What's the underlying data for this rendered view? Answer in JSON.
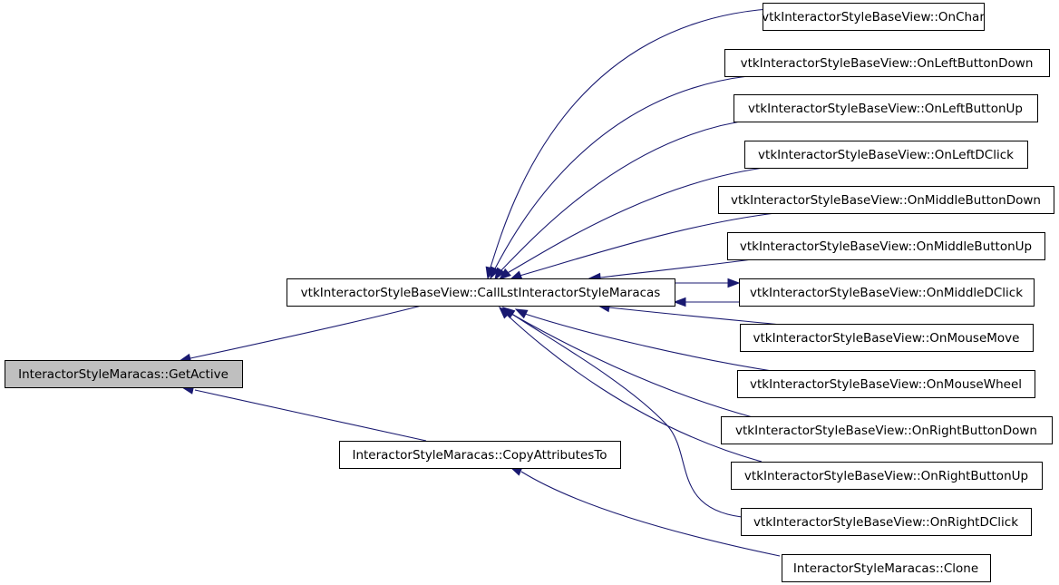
{
  "graph": {
    "edge_color": "#191970",
    "root_fill": "#bfbfbf",
    "nodes": [
      {
        "id": "get_active",
        "label": "InteractorStyleMaracas::GetActive",
        "root": true
      },
      {
        "id": "call_lst",
        "label": "vtkInteractorStyleBaseView::CallLstInteractorStyleMaracas"
      },
      {
        "id": "copy_attr",
        "label": "InteractorStyleMaracas::CopyAttributesTo"
      },
      {
        "id": "on_char",
        "label": "vtkInteractorStyleBaseView::OnChar"
      },
      {
        "id": "on_left_down",
        "label": "vtkInteractorStyleBaseView::OnLeftButtonDown"
      },
      {
        "id": "on_left_up",
        "label": "vtkInteractorStyleBaseView::OnLeftButtonUp"
      },
      {
        "id": "on_left_dclick",
        "label": "vtkInteractorStyleBaseView::OnLeftDClick"
      },
      {
        "id": "on_middle_down",
        "label": "vtkInteractorStyleBaseView::OnMiddleButtonDown"
      },
      {
        "id": "on_middle_up",
        "label": "vtkInteractorStyleBaseView::OnMiddleButtonUp"
      },
      {
        "id": "on_middle_dclick",
        "label": "vtkInteractorStyleBaseView::OnMiddleDClick"
      },
      {
        "id": "on_mouse_move",
        "label": "vtkInteractorStyleBaseView::OnMouseMove"
      },
      {
        "id": "on_mouse_wheel",
        "label": "vtkInteractorStyleBaseView::OnMouseWheel"
      },
      {
        "id": "on_right_down",
        "label": "vtkInteractorStyleBaseView::OnRightButtonDown"
      },
      {
        "id": "on_right_up",
        "label": "vtkInteractorStyleBaseView::OnRightButtonUp"
      },
      {
        "id": "on_right_dclick",
        "label": "vtkInteractorStyleBaseView::OnRightDClick"
      },
      {
        "id": "clone",
        "label": "InteractorStyleMaracas::Clone"
      }
    ],
    "edges": [
      {
        "from": "call_lst",
        "to": "get_active"
      },
      {
        "from": "copy_attr",
        "to": "get_active"
      },
      {
        "from": "on_char",
        "to": "call_lst"
      },
      {
        "from": "on_left_down",
        "to": "call_lst"
      },
      {
        "from": "on_left_up",
        "to": "call_lst"
      },
      {
        "from": "on_left_dclick",
        "to": "call_lst"
      },
      {
        "from": "on_middle_down",
        "to": "call_lst"
      },
      {
        "from": "on_middle_up",
        "to": "call_lst"
      },
      {
        "from": "on_middle_dclick",
        "to": "call_lst"
      },
      {
        "from": "call_lst",
        "to": "on_middle_dclick"
      },
      {
        "from": "on_mouse_move",
        "to": "call_lst"
      },
      {
        "from": "on_mouse_wheel",
        "to": "call_lst"
      },
      {
        "from": "on_right_down",
        "to": "call_lst"
      },
      {
        "from": "on_right_up",
        "to": "call_lst"
      },
      {
        "from": "on_right_dclick",
        "to": "call_lst"
      },
      {
        "from": "clone",
        "to": "copy_attr"
      }
    ]
  }
}
